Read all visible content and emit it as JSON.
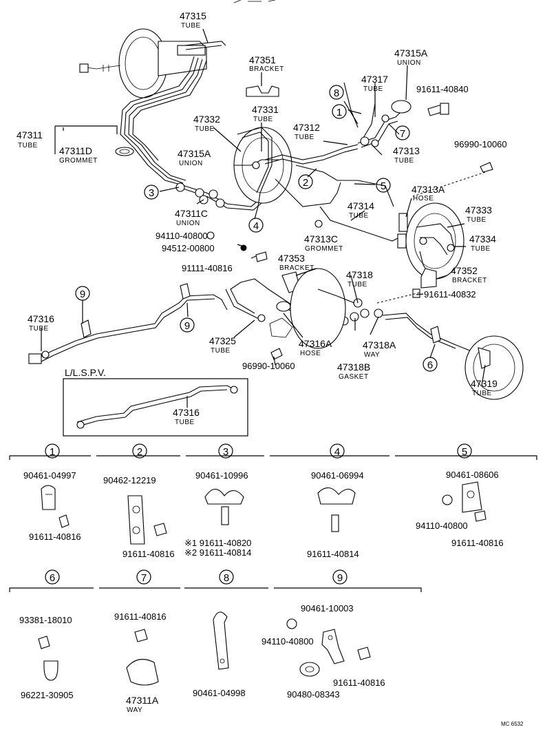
{
  "main": {
    "parts": [
      {
        "number": "47315",
        "name": "TUBE"
      },
      {
        "number": "47351",
        "name": "BRACKET"
      },
      {
        "number": "47315A",
        "name": "UNION"
      },
      {
        "number": "47317",
        "name": "TUBE"
      },
      {
        "number": "91611-40840",
        "name": ""
      },
      {
        "number": "47311",
        "name": "TUBE"
      },
      {
        "number": "47311D",
        "name": "GROMMET"
      },
      {
        "number": "47332",
        "name": "TUBE"
      },
      {
        "number": "47331",
        "name": "TUBE"
      },
      {
        "number": "47312",
        "name": "TUBE"
      },
      {
        "number": "47313",
        "name": "TUBE"
      },
      {
        "number": "96990-10060",
        "name": ""
      },
      {
        "number": "47315A",
        "name": "UNION"
      },
      {
        "number": "47313A",
        "name": "HOSE"
      },
      {
        "number": "47314",
        "name": "TUBE"
      },
      {
        "number": "47333",
        "name": "TUBE"
      },
      {
        "number": "47311C",
        "name": "UNION"
      },
      {
        "number": "94110-40800",
        "name": ""
      },
      {
        "number": "47313C",
        "name": "GROMMET"
      },
      {
        "number": "47334",
        "name": "TUBE"
      },
      {
        "number": "94512-00800",
        "name": ""
      },
      {
        "number": "47353",
        "name": "BRACKET"
      },
      {
        "number": "91111-40816",
        "name": ""
      },
      {
        "number": "47352",
        "name": "BRACKET"
      },
      {
        "number": "47318",
        "name": "TUBE"
      },
      {
        "number": "91611-40832",
        "name": ""
      },
      {
        "number": "47316",
        "name": "TUBE"
      },
      {
        "number": "47325",
        "name": "TUBE"
      },
      {
        "number": "47316A",
        "name": "HOSE"
      },
      {
        "number": "47318A",
        "name": "WAY"
      },
      {
        "number": "47318B",
        "name": "GASKET"
      },
      {
        "number": "96990-10060",
        "name": ""
      },
      {
        "number": "47319",
        "name": "TUBE"
      }
    ],
    "callouts": [
      "1",
      "2",
      "3",
      "4",
      "5",
      "7",
      "8",
      "9",
      "9",
      "6"
    ],
    "lspv_title": "L/L.S.P.V.",
    "lspv_part": {
      "number": "47316",
      "name": "TUBE"
    }
  },
  "details": [
    {
      "num": "1",
      "parts": [
        "90461-04997",
        "91611-40816"
      ]
    },
    {
      "num": "2",
      "parts": [
        "90462-12219",
        "91611-40816"
      ]
    },
    {
      "num": "3",
      "parts": [
        "90461-10996",
        "※1 91611-40820",
        "※2 91611-40814"
      ]
    },
    {
      "num": "4",
      "parts": [
        "90461-06994",
        "91611-40814"
      ]
    },
    {
      "num": "5",
      "parts": [
        "90461-08606",
        "94110-40800",
        "91611-40816"
      ]
    },
    {
      "num": "6",
      "parts": [
        "93381-18010",
        "96221-30905"
      ]
    },
    {
      "num": "7",
      "parts": [
        "91611-40816",
        "47311A",
        "WAY"
      ]
    },
    {
      "num": "8",
      "parts": [
        "90461-04998"
      ]
    },
    {
      "num": "9",
      "parts": [
        "90461-10003",
        "94110-40800",
        "91611-40816",
        "90480-08343"
      ]
    }
  ],
  "footer_code": "MC 6532"
}
